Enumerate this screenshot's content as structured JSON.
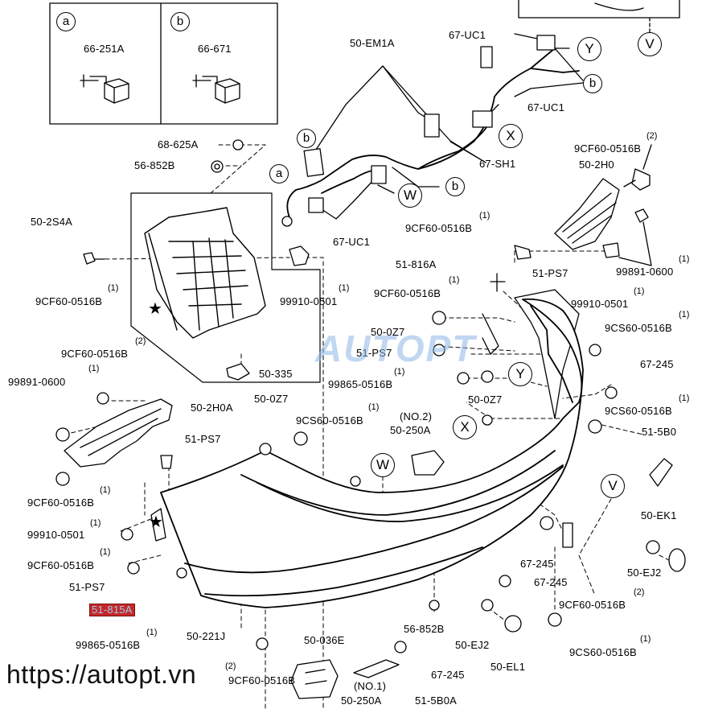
{
  "colors": {
    "line": "#000000",
    "highlight_bg": "#c62828",
    "highlight_text": "#9ec9f0",
    "watermark": "#8fb8e6"
  },
  "inset": {
    "a": {
      "letter": "a",
      "part": "66-251A"
    },
    "b": {
      "letter": "b",
      "part": "66-671"
    }
  },
  "callouts": {
    "a": "a",
    "b": "b",
    "x": "X",
    "y": "Y",
    "v": "V",
    "w": "W",
    "star": "★"
  },
  "labels": {
    "em1a": "50-EM1A",
    "uc1_top": "67-UC1",
    "uc1_right": "67-UC1",
    "sh1": "67-SH1",
    "uc1_mid": "67-UC1",
    "a625": "68-625A",
    "b852": "56-852B",
    "s4a": "50-2S4A",
    "cf_left1": "9CF60-0516B",
    "s99910_a": "99910-0501",
    "l335": "50-335",
    "cf_right_top": "9CF60-0516B",
    "h0_right": "50-2H0",
    "cf_right2": "9CF60-0516B",
    "s99891_r": "99891-0600",
    "s99910_r": "99910-0501",
    "l816a": "51-816A",
    "ps7_r": "51-PS7",
    "cf_mid": "9CF60-0516B",
    "z7_mid": "50-0Z7",
    "ps7_mid": "51-PS7",
    "cs_right1": "9CS60-0516B",
    "l245_r": "67-245",
    "s99865_mid": "99865-0516B",
    "z7_r": "50-0Z7",
    "cs_right2": "9CS60-0516B",
    "b0": "51-5B0",
    "cf_left2": "9CF60-0516B",
    "s99891_l": "99891-0600",
    "h0a": "50-2H0A",
    "z7_l": "50-0Z7",
    "cs_mid": "9CS60-0516B",
    "no2": "(NO.2)",
    "l250a_top": "50-250A",
    "ps7_l": "51-PS7",
    "cf_left3": "9CF60-0516B",
    "s99910_l": "99910-0501",
    "cf_left4": "9CF60-0516B",
    "ps7_l2": "51-PS7",
    "l815a": "51-815A",
    "s99865_l": "99865-0516B",
    "l221j": "50-221J",
    "l036e": "50-036E",
    "l245_a": "67-245",
    "l245_b": "67-245",
    "l852b_bot": "56-852B",
    "ek1": "50-EK1",
    "ej2_r": "50-EJ2",
    "cf_bot_r": "9CF60-0516B",
    "ej2_b": "50-EJ2",
    "cs_bot": "9CS60-0516B",
    "l245_c": "67-245",
    "el1": "50-EL1",
    "no1": "(NO.1)",
    "l250a_bot": "50-250A",
    "b0a": "51-5B0A",
    "cf_bottom_l": "9CF60-0516B"
  },
  "qty": {
    "one": "(1)",
    "two": "(2)"
  },
  "watermark": "AUTOPT",
  "url": "https://autopt.vn"
}
